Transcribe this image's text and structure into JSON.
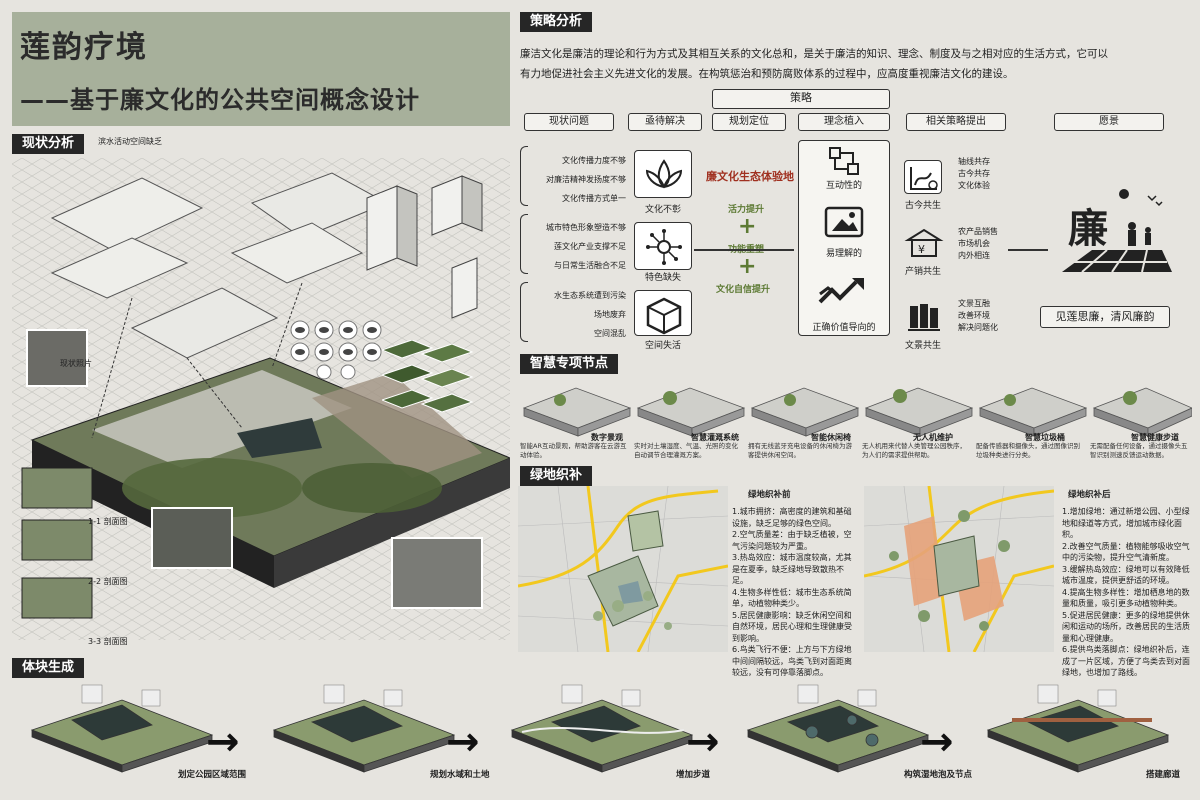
{
  "title": {
    "main": "莲韵疗境",
    "sub": "——基于廉文化的公共空间概念设计"
  },
  "sections": {
    "status": "现状分析",
    "strategy": "策略分析",
    "smart": "智慧专项节点",
    "green": "绿地织补",
    "massing": "体块生成"
  },
  "strategy_intro": [
    "廉洁文化是廉洁的理论和行为方式及其相互关系的文化总和，是关于廉洁的知识、理念、制度及与之相对应的生活方式，它可以",
    "有力地促进社会主义先进文化的发展。在构筑惩治和预防腐败体系的过程中，应高度重视廉洁文化的建设。"
  ],
  "strategy_headers": {
    "policy": "策略",
    "problems": "现状问题",
    "urgent": "亟待解决",
    "positioning": "规划定位",
    "concept": "理念植入",
    "related": "相关策略提出",
    "vision": "愿景"
  },
  "problems": [
    "文化传播力度不够",
    "对廉洁精神发扬度不够",
    "文化传播方式单一",
    "城市特色形象塑造不够",
    "莲文化产业支撑不足",
    "与日常生活融合不足",
    "水生态系统遭到污染",
    "场地废弃",
    "空间混乱"
  ],
  "urgent": [
    "文化不彰",
    "特色缺失",
    "空间失活"
  ],
  "positioning_main": "廉文化生态体验地",
  "positioning_items": [
    "活力提升",
    "功能重塑",
    "文化自信提升"
  ],
  "concept_items": [
    "互动性的",
    "易理解的",
    "正确价值导向的"
  ],
  "related": [
    {
      "title": "古今共生",
      "items": [
        "轴线共存",
        "古今共存",
        "文化体验"
      ]
    },
    {
      "title": "产销共生",
      "items": [
        "农产品销售",
        "市场机会",
        "内外相连"
      ]
    },
    {
      "title": "文景共生",
      "items": [
        "文景互融",
        "改善环境",
        "解决问题化"
      ]
    }
  ],
  "vision_char": "廉",
  "vision_text": "见莲思廉，清风廉韵",
  "smart_nodes": [
    {
      "caption": "数字景观",
      "desc": "智能AR互动景观，帮助游客在云游互动体验。"
    },
    {
      "caption": "智慧灌溉系统",
      "desc": "实时对土壤湿度、气温、光照的变化自动调节合理灌溉方案。"
    },
    {
      "caption": "智能休闲椅",
      "desc": "拥有无线蓝牙充电设备的休闲椅为游客提供休闲空间。"
    },
    {
      "caption": "无人机维护",
      "desc": "无人机用来代替人类管理公园秩序，为人们的需求提供帮助。"
    },
    {
      "caption": "智慧垃圾桶",
      "desc": "配备传感器和摄像头，通过图像识别垃圾种类进行分类。"
    },
    {
      "caption": "智慧健康步道",
      "desc": "无需配备任何设备，通过摄像头五智识别测速反馈运动数据。"
    }
  ],
  "green_before": {
    "title": "绿地织补前",
    "notes": [
      "1.城市拥挤：高密度的建筑和基础设施，缺乏足够的绿色空间。",
      "2.空气质量差：由于缺乏植被，空气污染问题较为严重。",
      "3.热岛效应：城市温度较高，尤其是在夏季，缺乏绿地导致散热不足。",
      "4.生物多样性低：城市生态系统简单，动植物种类少。",
      "5.居民健康影响：缺乏休闲空间和自然环境，居民心理和生理健康受到影响。",
      "6.鸟类飞行不便：上方与下方绿地中间间隔较远，鸟类飞到对面距离较远，没有可停靠落脚点。"
    ]
  },
  "green_after": {
    "title": "绿地织补后",
    "notes": [
      "1.增加绿地：通过新增公园、小型绿地和绿道等方式，增加城市绿化面积。",
      "2.改善空气质量：植物能够吸收空气中的污染物，提升空气清新度。",
      "3.缓解热岛效应：绿地可以有效降低城市温度，提供更舒适的环境。",
      "4.提高生物多样性：增加栖息地的数量和质量，吸引更多动植物种类。",
      "5.促进居民健康：更多的绿地提供休闲和运动的场所，改善居民的生活质量和心理健康。",
      "6.提供鸟类落脚点：绿地织补后，连成了一片区域，方便了鸟类去到对面绿地，也增加了路线。"
    ]
  },
  "massing_steps": [
    "划定公园区域范围",
    "规划水域和土地",
    "增加步道",
    "构筑湿地泡及节点",
    "搭建廊道"
  ],
  "section_labels": [
    "1-1 剖面图",
    "2-2 剖面图",
    "3-3 剖面图"
  ]
}
